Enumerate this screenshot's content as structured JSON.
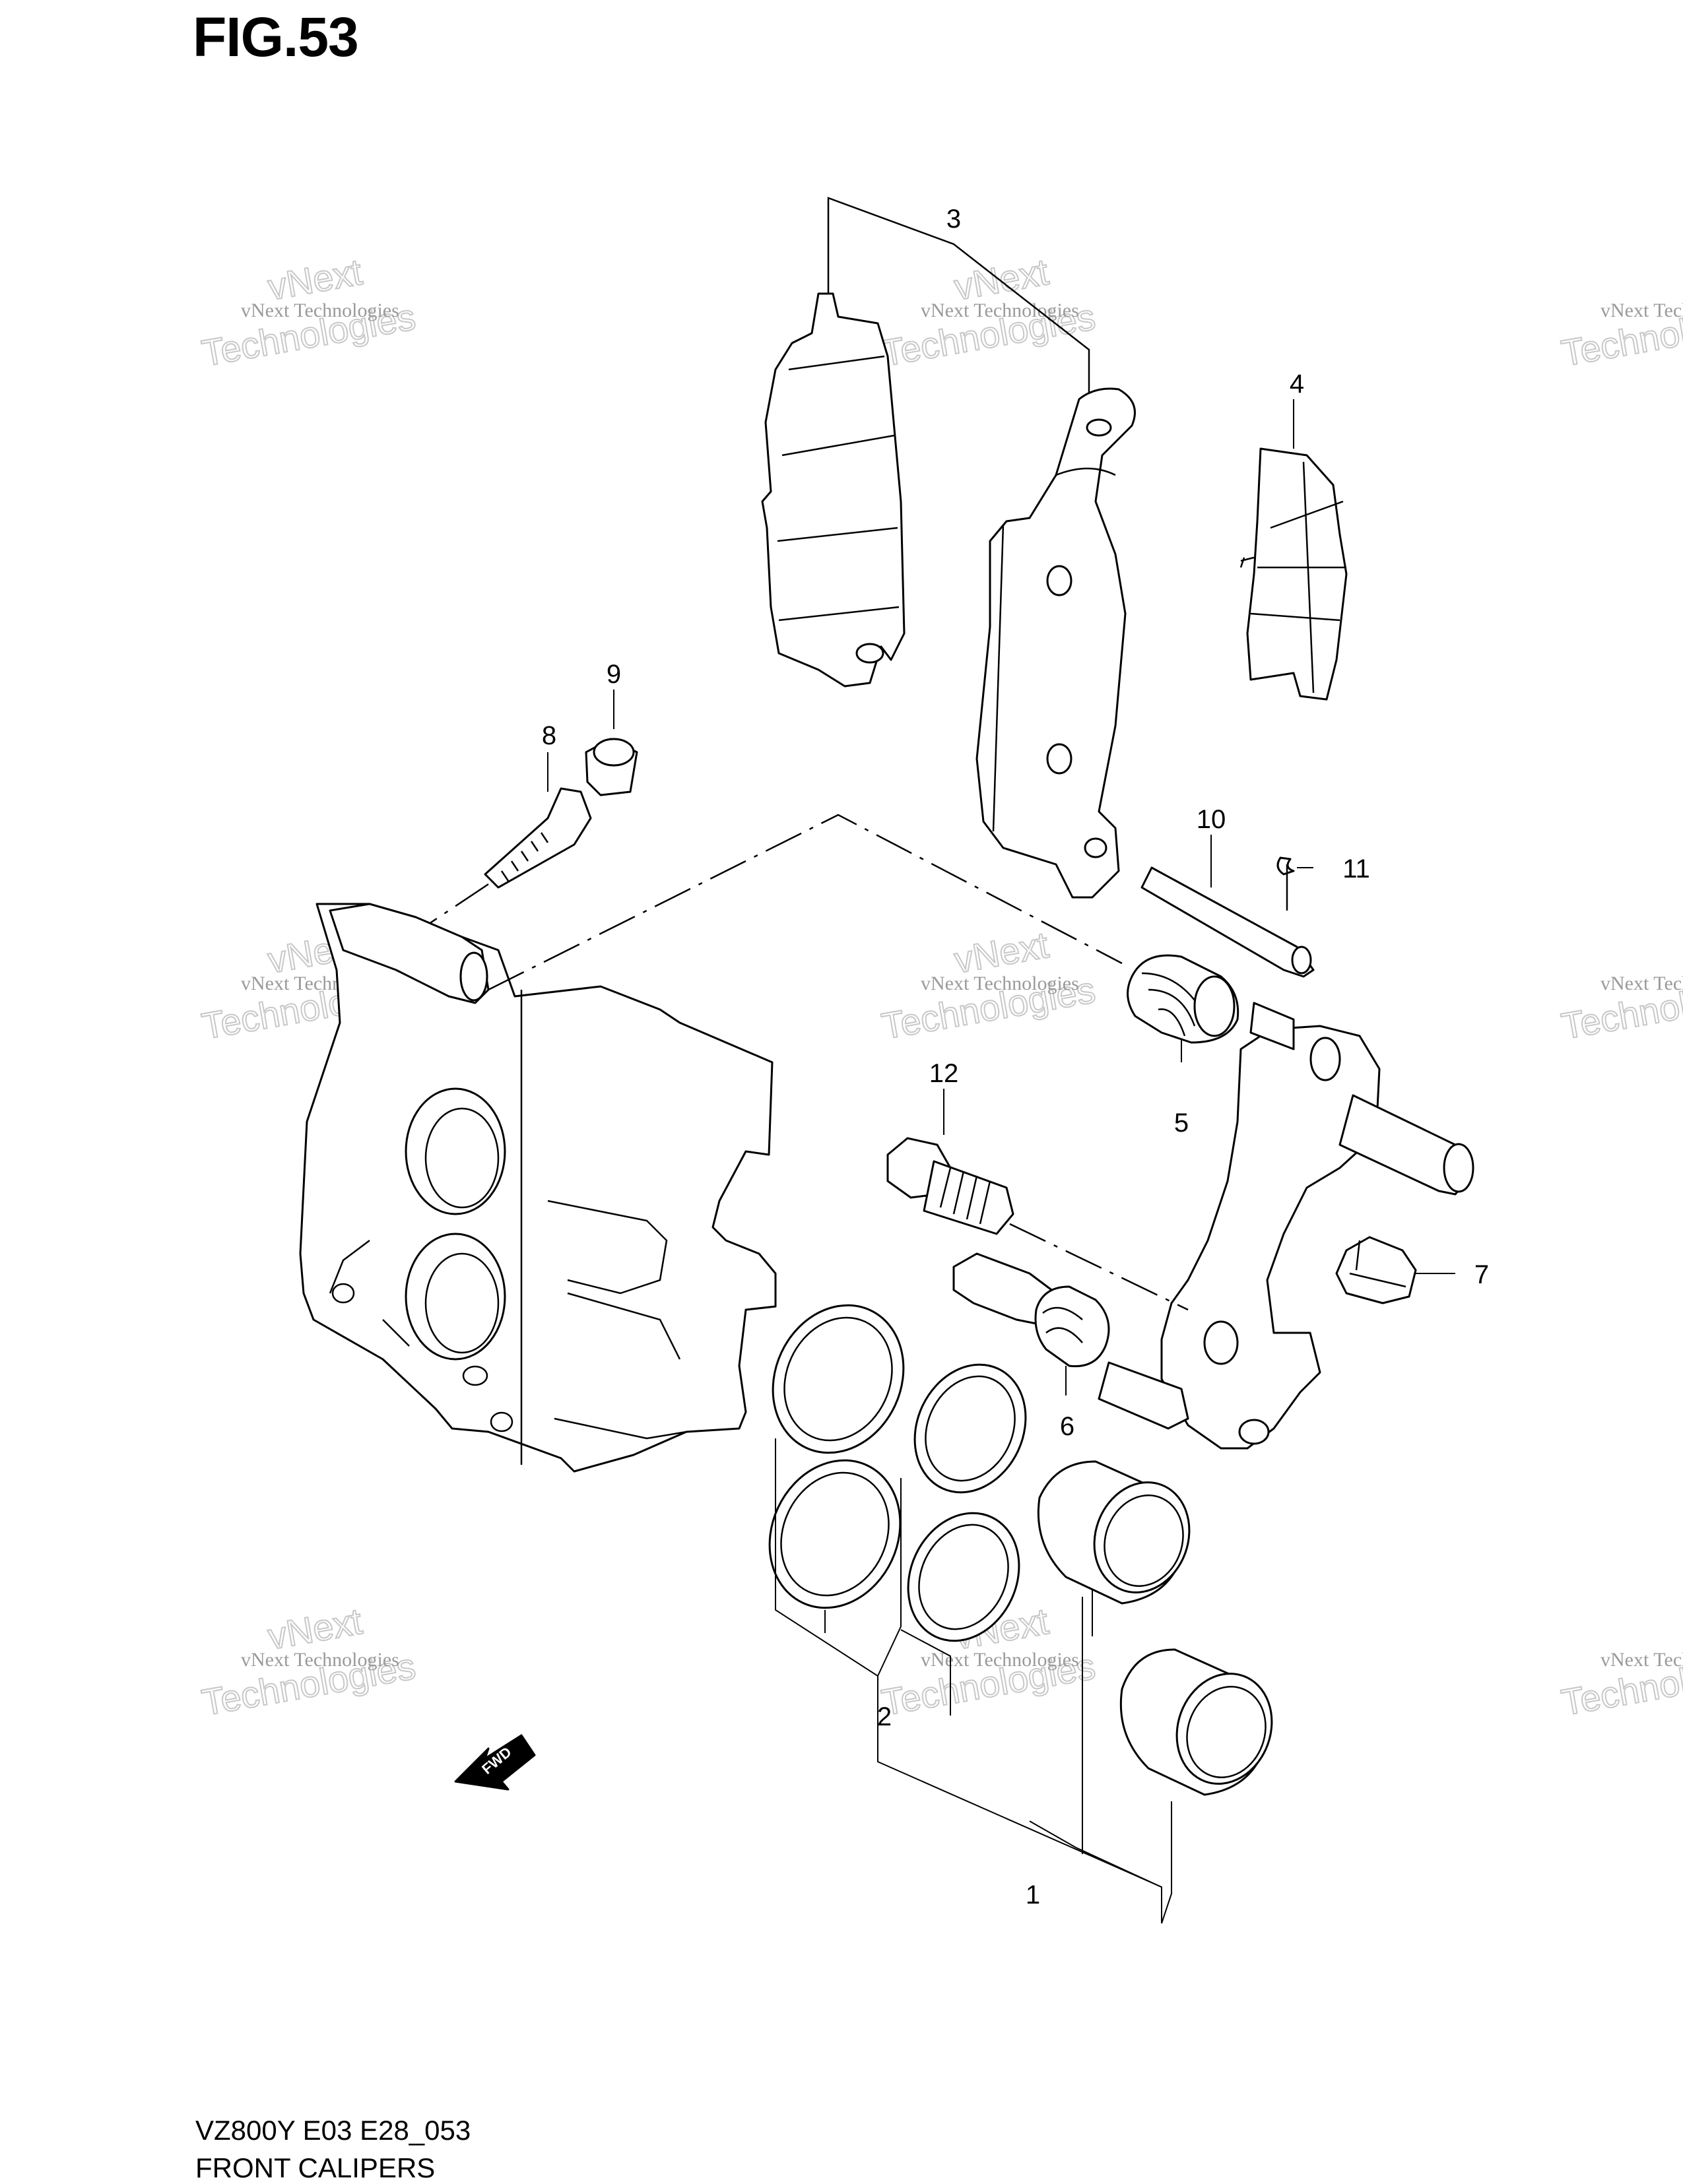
{
  "figure": {
    "title": "FIG.53",
    "model_code": "VZ800Y E03 E28_053",
    "name": "FRONT CALIPERS"
  },
  "callouts": [
    {
      "id": "1",
      "label": "1"
    },
    {
      "id": "2",
      "label": "2"
    },
    {
      "id": "3",
      "label": "3"
    },
    {
      "id": "4",
      "label": "4"
    },
    {
      "id": "5",
      "label": "5"
    },
    {
      "id": "6",
      "label": "6"
    },
    {
      "id": "7",
      "label": "7"
    },
    {
      "id": "8",
      "label": "8"
    },
    {
      "id": "9",
      "label": "9"
    },
    {
      "id": "10",
      "label": "10"
    },
    {
      "id": "11",
      "label": "11"
    },
    {
      "id": "12",
      "label": "12"
    }
  ],
  "direction_marker": "FWD",
  "watermark": {
    "line1": "vNext Technologies",
    "line2": "Technologies",
    "line3": "vNext"
  }
}
